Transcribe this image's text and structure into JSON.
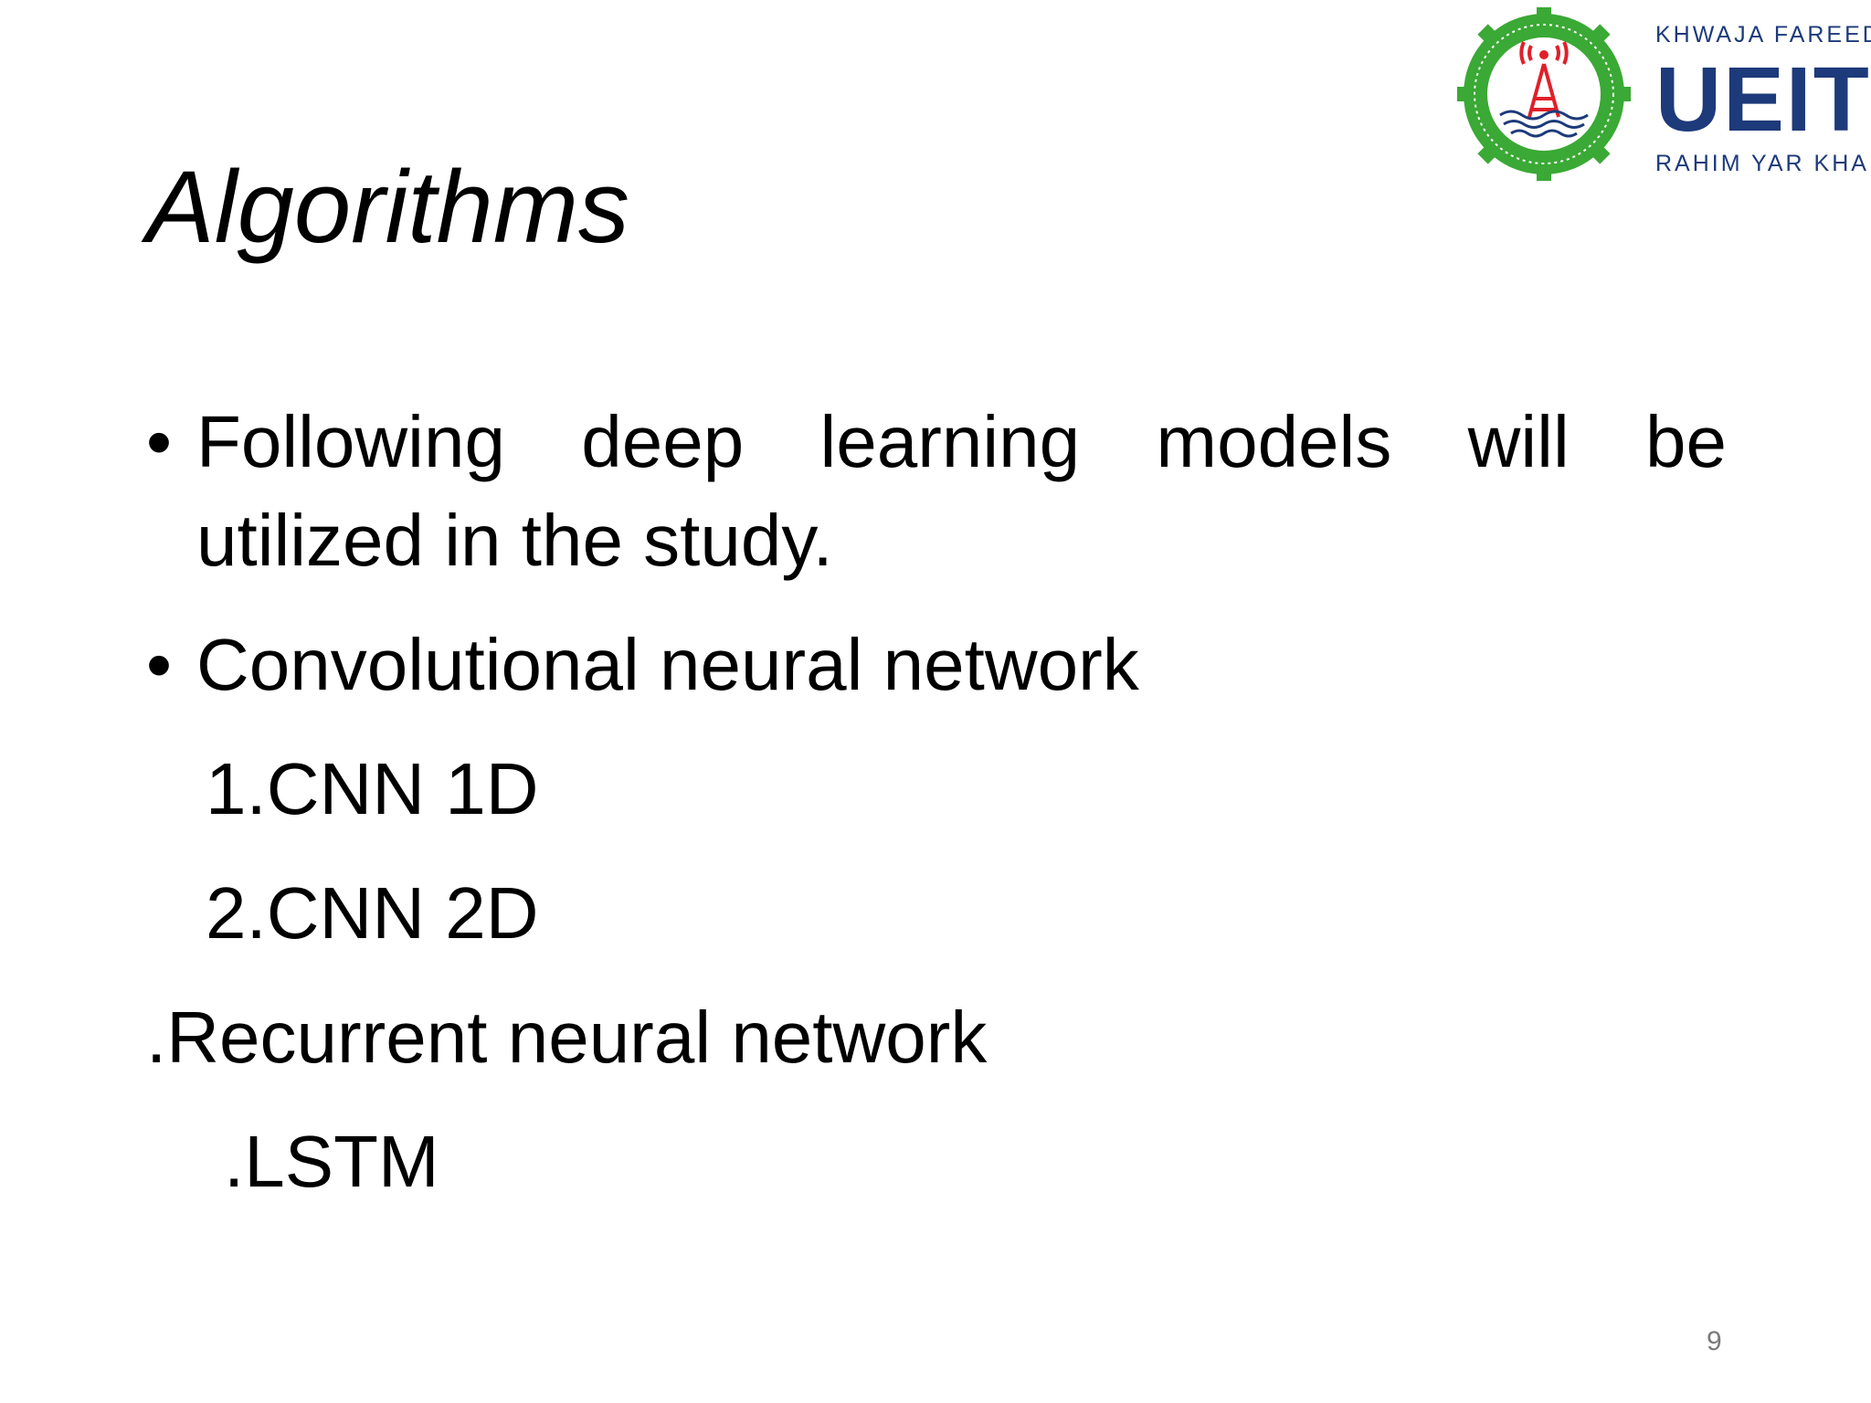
{
  "slide": {
    "title": "Algorithms",
    "logo": {
      "top_text": "KHWAJA FAREED",
      "main_text": "UEIT",
      "bottom_text": "RAHIM YAR KHAN",
      "ring_color": "#3aa935",
      "emblem_color": "#e0202a",
      "text_color": "#1d3a7a"
    },
    "bullets": [
      {
        "marker": "•",
        "line1": "Following deep learning models will be",
        "line2": "utilized in the study."
      },
      {
        "marker": "•",
        "line1": "Convolutional neural network"
      }
    ],
    "sub_items": [
      "1.CNN 1D",
      "2.CNN 2D"
    ],
    "plain_item": ".Recurrent neural network",
    "sub_item2": ".LSTM",
    "page_number": "9"
  }
}
